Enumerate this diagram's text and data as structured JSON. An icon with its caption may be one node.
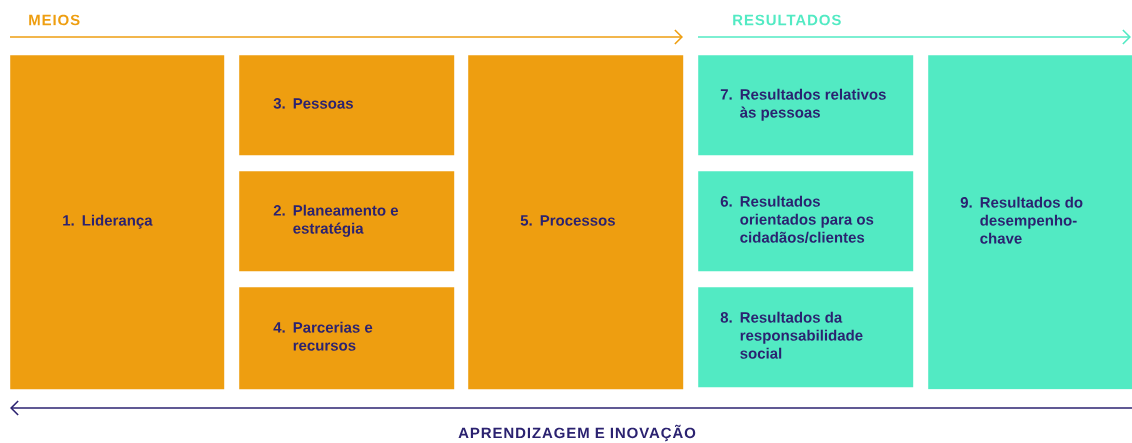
{
  "diagram": {
    "nodes": [
      {
        "text": [
          "1.",
          "Liderança"
        ]
      },
      {
        "text": [
          "3.",
          "Pessoas"
        ]
      },
      {
        "text": [
          "2.",
          "Planeamento e estratégia"
        ]
      },
      {
        "text": [
          "4.",
          "Parcerias e recursos"
        ]
      },
      {
        "text": [
          "5.",
          "Processos"
        ]
      },
      {
        "text": [
          "7.",
          "Resultados relativos às pessoas"
        ]
      },
      {
        "text": [
          "6.",
          "Resultados orientados para os cidadãos/clientes"
        ]
      },
      {
        "text": [
          "8.",
          "Resultados da responsabilidade social"
        ]
      },
      {
        "text": [
          "9.",
          "Resultados do desempenho-chave"
        ]
      }
    ],
    "labels": [
      "MEIOS",
      "RESULTADOS",
      "APRENDIZAGEM E INOVAÇÃO"
    ]
  }
}
